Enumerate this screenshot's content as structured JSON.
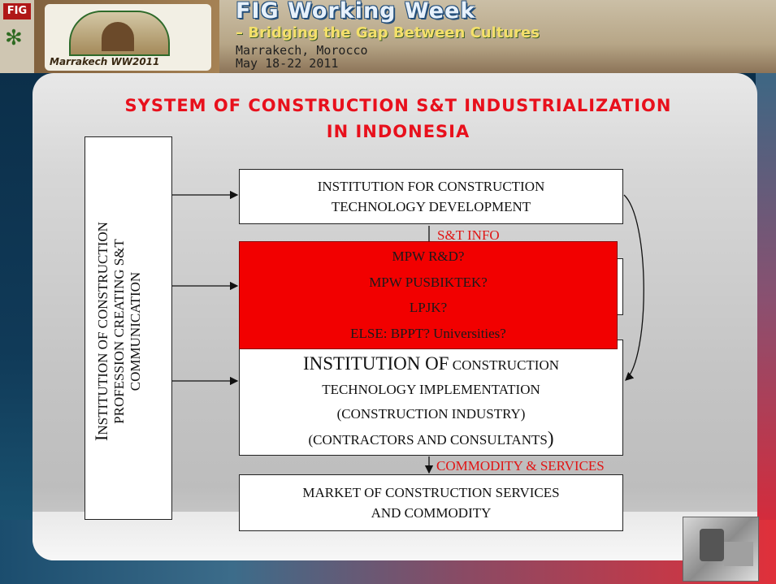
{
  "header": {
    "fig_logo": "FIG",
    "ww_logo_caption": "Marrakech WW2011",
    "title": "FIG Working Week",
    "subtitle": "– Bridging the Gap Between Cultures",
    "place": "Marrakech, Morocco",
    "dates": "May 18-22 2011"
  },
  "slide": {
    "title_line1": "SYSTEM OF CONSTRUCTION S&T INDUSTRIALIZATION",
    "title_line2": "IN INDONESIA"
  },
  "diagram": {
    "left_box_initial": "I",
    "left_box_line1": "NSTITUTION OF CONSTRUCTION",
    "left_box_line2": "PROFESSION CREATING S&T",
    "left_box_line3": "COMMUNICATION",
    "box1_line1": "INSTITUTION FOR CONSTRUCTION",
    "box1_line2": "TECHNOLOGY DEVELOPMENT",
    "flow_label_top": "S&T INFO",
    "overlay_items": [
      "MPW R&D?",
      "MPW PUSBIKTEK?",
      "LPJK?",
      "ELSE: BPPT? Universities?"
    ],
    "box3_line1_big": "INSTITUTION OF",
    "box3_line1_small": " CONSTRUCTION",
    "box3_line2": "TECHNOLOGY IMPLEMENTATION",
    "box3_line3": "(CONSTRUCTION INDUSTRY)",
    "box3_line4": "(CONTRACTORS AND CONSULTANTS",
    "box3_line4_paren": ")",
    "flow_label_bottom": "COMMODITY & SERVICES",
    "box4_line1": "MARKET OF CONSTRUCTION SERVICES",
    "box4_line2": "AND COMMODITY"
  },
  "colors": {
    "title_red": "#e8101c",
    "overlay_red": "#f20000",
    "label_red": "#e01414"
  }
}
